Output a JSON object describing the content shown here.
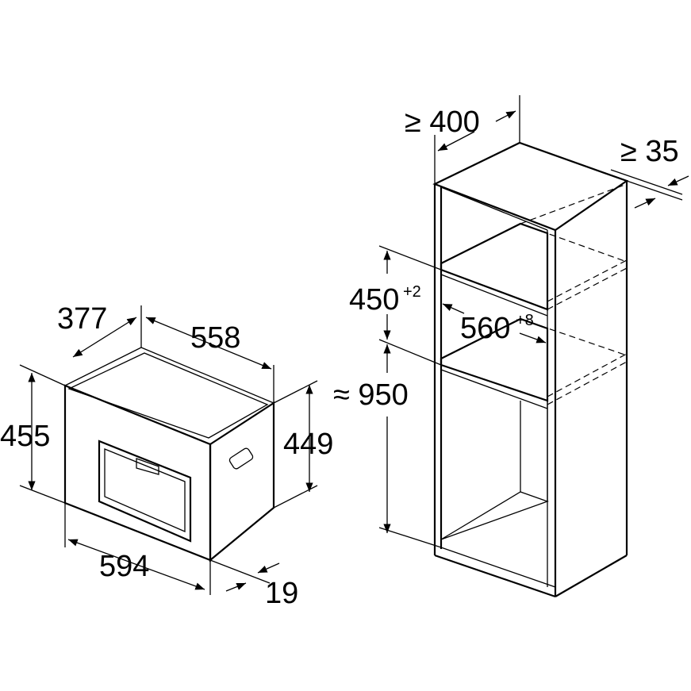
{
  "appliance": {
    "depth": "377",
    "width_top": "558",
    "height": "455",
    "height_side": "449",
    "width_front": "594",
    "front_offset": "19"
  },
  "niche": {
    "width": "≥ 400",
    "gap": "≥ 35",
    "niche_height": "450",
    "niche_height_tol": "+2",
    "niche_width": "560",
    "niche_width_tol": "+8",
    "floor_height": "≈ 950"
  }
}
